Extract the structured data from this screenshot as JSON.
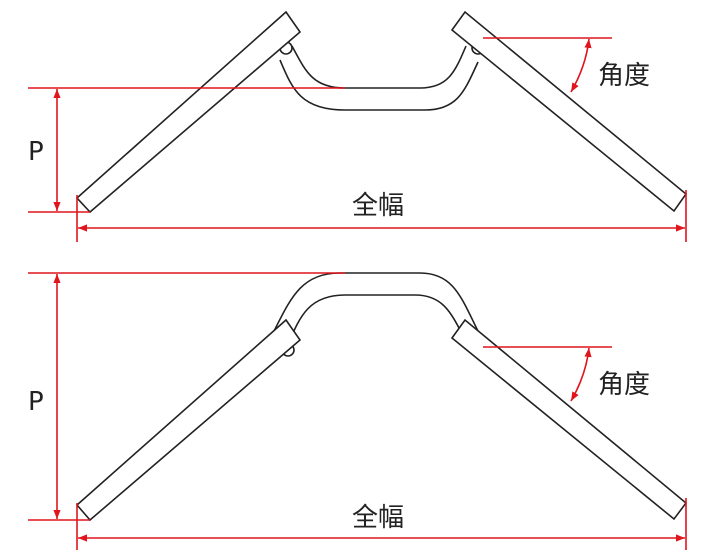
{
  "diagrams": [
    {
      "variant": "low-rise",
      "height_label": "P",
      "width_label": "全幅",
      "angle_label": "角度"
    },
    {
      "variant": "high-rise",
      "height_label": "P",
      "width_label": "全幅",
      "angle_label": "角度"
    }
  ],
  "colors": {
    "dimension": "#e0151d",
    "outline": "#222222"
  }
}
